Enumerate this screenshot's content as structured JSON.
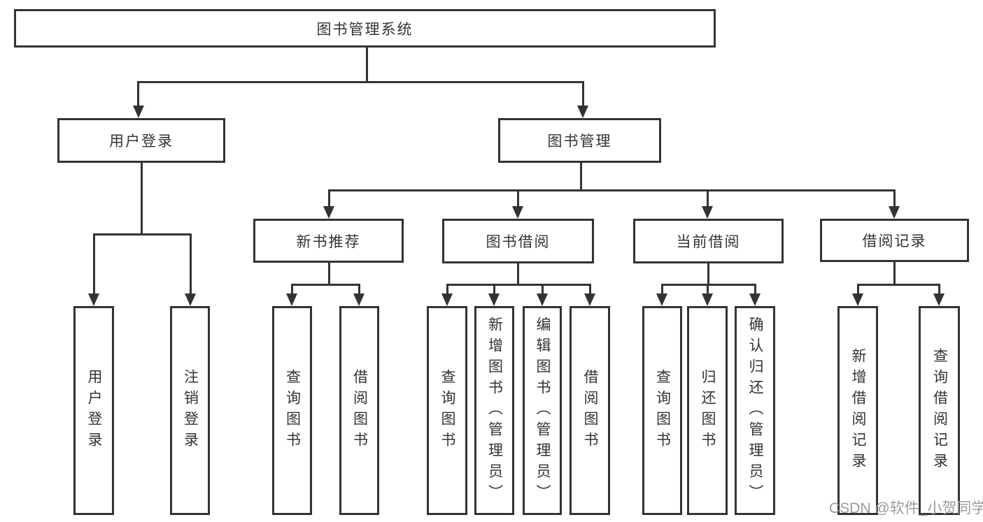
{
  "colors": {
    "line": "#333333",
    "text": "#333333",
    "watermark": "#989ca3",
    "background": "#ffffff"
  },
  "labels": {
    "root": "图书管理系统",
    "user_login": "用户登录",
    "book_mgmt": "图书管理",
    "new_book_rec": "新书推荐",
    "book_borrow": "图书借阅",
    "current_borrow": "当前借阅",
    "borrow_records": "借阅记录",
    "leaf_user_login": "用户登录",
    "leaf_logout": "注销登录",
    "leaf_rec_query": "查询图书",
    "leaf_rec_borrow": "借阅图书",
    "leaf_bb_query": "查询图书",
    "leaf_bb_add": "新增图书（管理员）",
    "leaf_bb_edit": "编辑图书（管理员）",
    "leaf_bb_borrow": "借阅图书",
    "leaf_cb_query": "查询图书",
    "leaf_cb_return": "归还图书",
    "leaf_cb_confirm": "确认归还（管理员）",
    "leaf_br_add": "新增借阅记录",
    "leaf_br_query": "查询借阅记录"
  },
  "hierarchy": {
    "图书管理系统": {
      "用户登录": [
        "用户登录",
        "注销登录"
      ],
      "图书管理": {
        "新书推荐": [
          "查询图书",
          "借阅图书"
        ],
        "图书借阅": [
          "查询图书",
          "新增图书（管理员）",
          "编辑图书（管理员）",
          "借阅图书"
        ],
        "当前借阅": [
          "查询图书",
          "归还图书",
          "确认归还（管理员）"
        ],
        "借阅记录": [
          "新增借阅记录",
          "查询借阅记录"
        ]
      }
    }
  },
  "watermark": "CSDN @软件_小贺同学"
}
